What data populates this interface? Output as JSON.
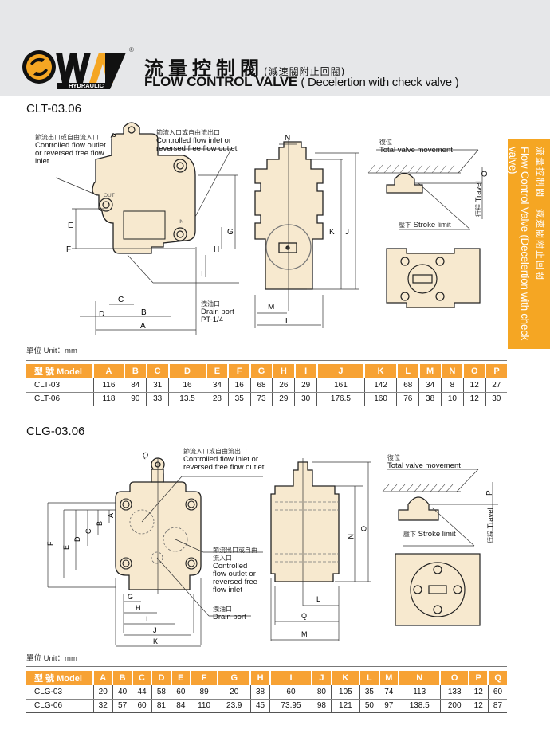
{
  "header": {
    "brand": "WAY",
    "brand_sub": "HYDRAULIC",
    "registered": "®",
    "title_zh": "流量控制閥",
    "title_zh_sub": "(減速閥附止回閥)",
    "title_en": "FLOW CONTROL VALVE",
    "title_en_sub": "( Decelertion with check valve )",
    "colors": {
      "accent": "#f7a234",
      "header_bg": "#e6e7e9",
      "body": "#f7e9cf"
    }
  },
  "side_tab": {
    "zh": "流量控制閥　減速閥附止回閥",
    "en": "Flow Control Valve (Decelertion with check valve)"
  },
  "clt": {
    "title": "CLT-03.06",
    "labels": {
      "outlet_zh": "節流出口或自由流入口",
      "outlet_en1": "Controlled flow outlet",
      "outlet_en2": "or reversed free flow",
      "outlet_en3": "inlet",
      "inlet_zh": "節流入口或自由流出口",
      "inlet_en1": "Controlled flow inlet or",
      "inlet_en2": "reversed free flow outlet",
      "drain_zh": "洩油口",
      "drain_en": "Drain port",
      "drain_size": "PT-1/4",
      "port_out": "OUT",
      "port_in": "IN",
      "total_zh": "復位",
      "total_en": "Total valve movement",
      "stroke_zh": "壓下",
      "stroke_en": "Stroke limit",
      "travel_zh": "行程",
      "travel_en": "Travel"
    },
    "dims": [
      "A",
      "B",
      "C",
      "D",
      "E",
      "F",
      "G",
      "H",
      "I",
      "J",
      "K",
      "L",
      "M",
      "N",
      "O",
      "P"
    ],
    "unit": "單位 Unit：mm",
    "table": {
      "header": [
        "型 號 Model",
        "A",
        "B",
        "C",
        "D",
        "E",
        "F",
        "G",
        "H",
        "I",
        "J",
        "K",
        "L",
        "M",
        "N",
        "O",
        "P"
      ],
      "rows": [
        [
          "CLT-03",
          "116",
          "84",
          "31",
          "16",
          "34",
          "16",
          "68",
          "26",
          "29",
          "161",
          "142",
          "68",
          "34",
          "8",
          "12",
          "27"
        ],
        [
          "CLT-06",
          "118",
          "90",
          "33",
          "13.5",
          "28",
          "35",
          "73",
          "29",
          "30",
          "176.5",
          "160",
          "76",
          "38",
          "10",
          "12",
          "30"
        ]
      ]
    }
  },
  "clg": {
    "title": "CLG-03.06",
    "labels": {
      "inlet_zh": "節流入口或自由流出口",
      "inlet_en1": "Controlled flow inlet or",
      "inlet_en2": "reversed free flow outlet",
      "outlet_zh1": "節流出口或自由",
      "outlet_zh2": "流入口",
      "outlet_en1": "Controlled",
      "outlet_en2": "flow outlet or",
      "outlet_en3": "reversed free",
      "outlet_en4": "flow inlet",
      "drain_zh": "洩油口",
      "drain_en": "Drain port",
      "total_zh": "復位",
      "total_en": "Total valve movement",
      "stroke_zh": "壓下",
      "stroke_en": "Stroke limit",
      "travel_zh": "行程",
      "travel_en": "Travel"
    },
    "dims": [
      "A",
      "B",
      "C",
      "D",
      "E",
      "F",
      "G",
      "H",
      "I",
      "J",
      "K",
      "L",
      "M",
      "N",
      "O",
      "P",
      "Q"
    ],
    "unit": "單位 Unit：mm",
    "table": {
      "header": [
        "型 號 Model",
        "A",
        "B",
        "C",
        "D",
        "E",
        "F",
        "G",
        "H",
        "I",
        "J",
        "K",
        "L",
        "M",
        "N",
        "O",
        "P",
        "Q"
      ],
      "rows": [
        [
          "CLG-03",
          "20",
          "40",
          "44",
          "58",
          "60",
          "89",
          "20",
          "38",
          "60",
          "80",
          "105",
          "35",
          "74",
          "113",
          "133",
          "12",
          "60"
        ],
        [
          "CLG-06",
          "32",
          "57",
          "60",
          "81",
          "84",
          "110",
          "23.9",
          "45",
          "73.95",
          "98",
          "121",
          "50",
          "97",
          "138.5",
          "200",
          "12",
          "87"
        ]
      ]
    }
  }
}
